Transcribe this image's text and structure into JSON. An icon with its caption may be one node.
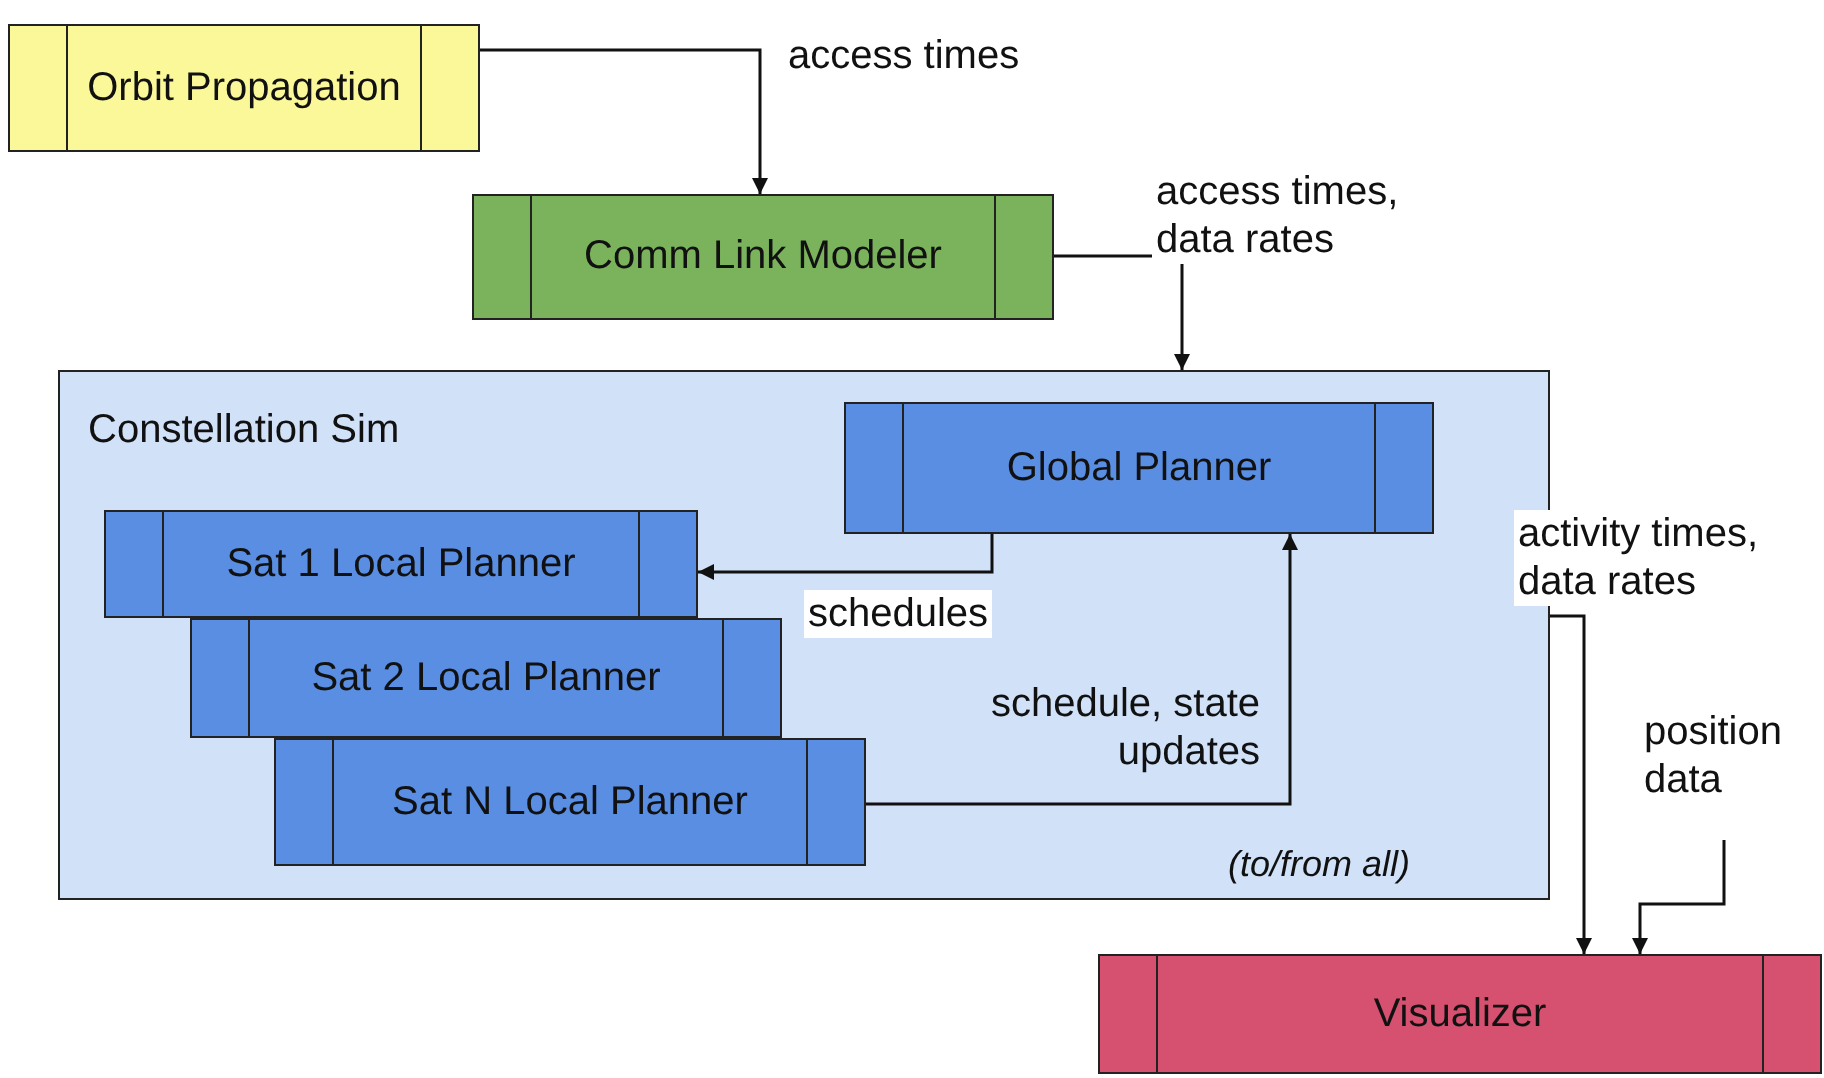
{
  "diagram": {
    "nodes": [
      {
        "text": [
          "Orbit Propagation"
        ]
      },
      {
        "text": [
          "Comm Link Modeler"
        ]
      },
      {
        "text": [
          "Constellation Sim"
        ]
      },
      {
        "text": [
          "Global Planner"
        ],
        "in": 2
      },
      {
        "text": [
          "Sat 1 Local Planner"
        ],
        "in": 2
      },
      {
        "text": [
          "Sat 2 Local Planner"
        ],
        "in": 2
      },
      {
        "text": [
          "Sat N Local Planner"
        ],
        "in": 2
      },
      {
        "text": [
          "Visualizer"
        ]
      }
    ],
    "edges": [
      {
        "from": 0,
        "to": 1,
        "arrow": "to",
        "label": "access times"
      },
      {
        "from": 1,
        "to": 2,
        "arrow": "to",
        "label": "access times, data rates"
      },
      {
        "from": 3,
        "to": 4,
        "arrow": "to",
        "label": "schedules"
      },
      {
        "from": 6,
        "to": 3,
        "arrow": "to",
        "label": "schedule, state updates"
      },
      {
        "from": 2,
        "to": 7,
        "arrow": "to",
        "label": "activity times, data rates"
      },
      {
        "from": null,
        "to": 7,
        "arrow": "to",
        "label": "position data"
      }
    ],
    "labels": [
      "(to/from all)"
    ]
  }
}
